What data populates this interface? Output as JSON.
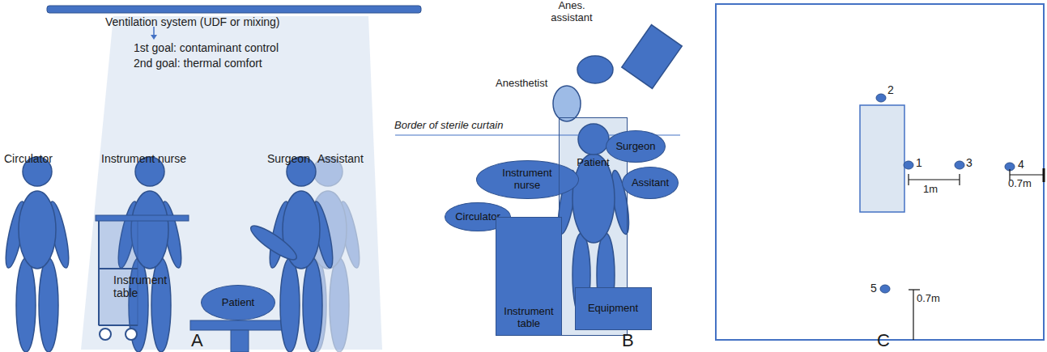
{
  "diagram": {
    "nodes": [
      {
        "text": [
          "Patient"
        ]
      },
      {
        "text": [
          "Instrument nurse"
        ]
      },
      {
        "text": [
          "Patient"
        ]
      },
      {
        "text": [
          "Surgeon"
        ]
      },
      {
        "text": [
          "Assitant"
        ]
      },
      {
        "text": [
          "Circulator"
        ]
      },
      {
        "text": [
          "Instrument table"
        ]
      },
      {
        "text": [
          "Equipment"
        ]
      }
    ],
    "labels": [
      "Ventilation system (UDF or mixing)",
      "1st goal: contaminant control",
      "2nd goal: thermal comfort",
      "Circulator",
      "Instrument nurse",
      "Surgeon",
      "Assistant",
      "Instrument table",
      "A",
      "Anes. assistant",
      "Anesthetist",
      "Border of sterile curtain",
      "B",
      "2",
      "1",
      "3",
      "4",
      "1m",
      "0.7m",
      "5",
      "0.7m",
      "C"
    ]
  }
}
